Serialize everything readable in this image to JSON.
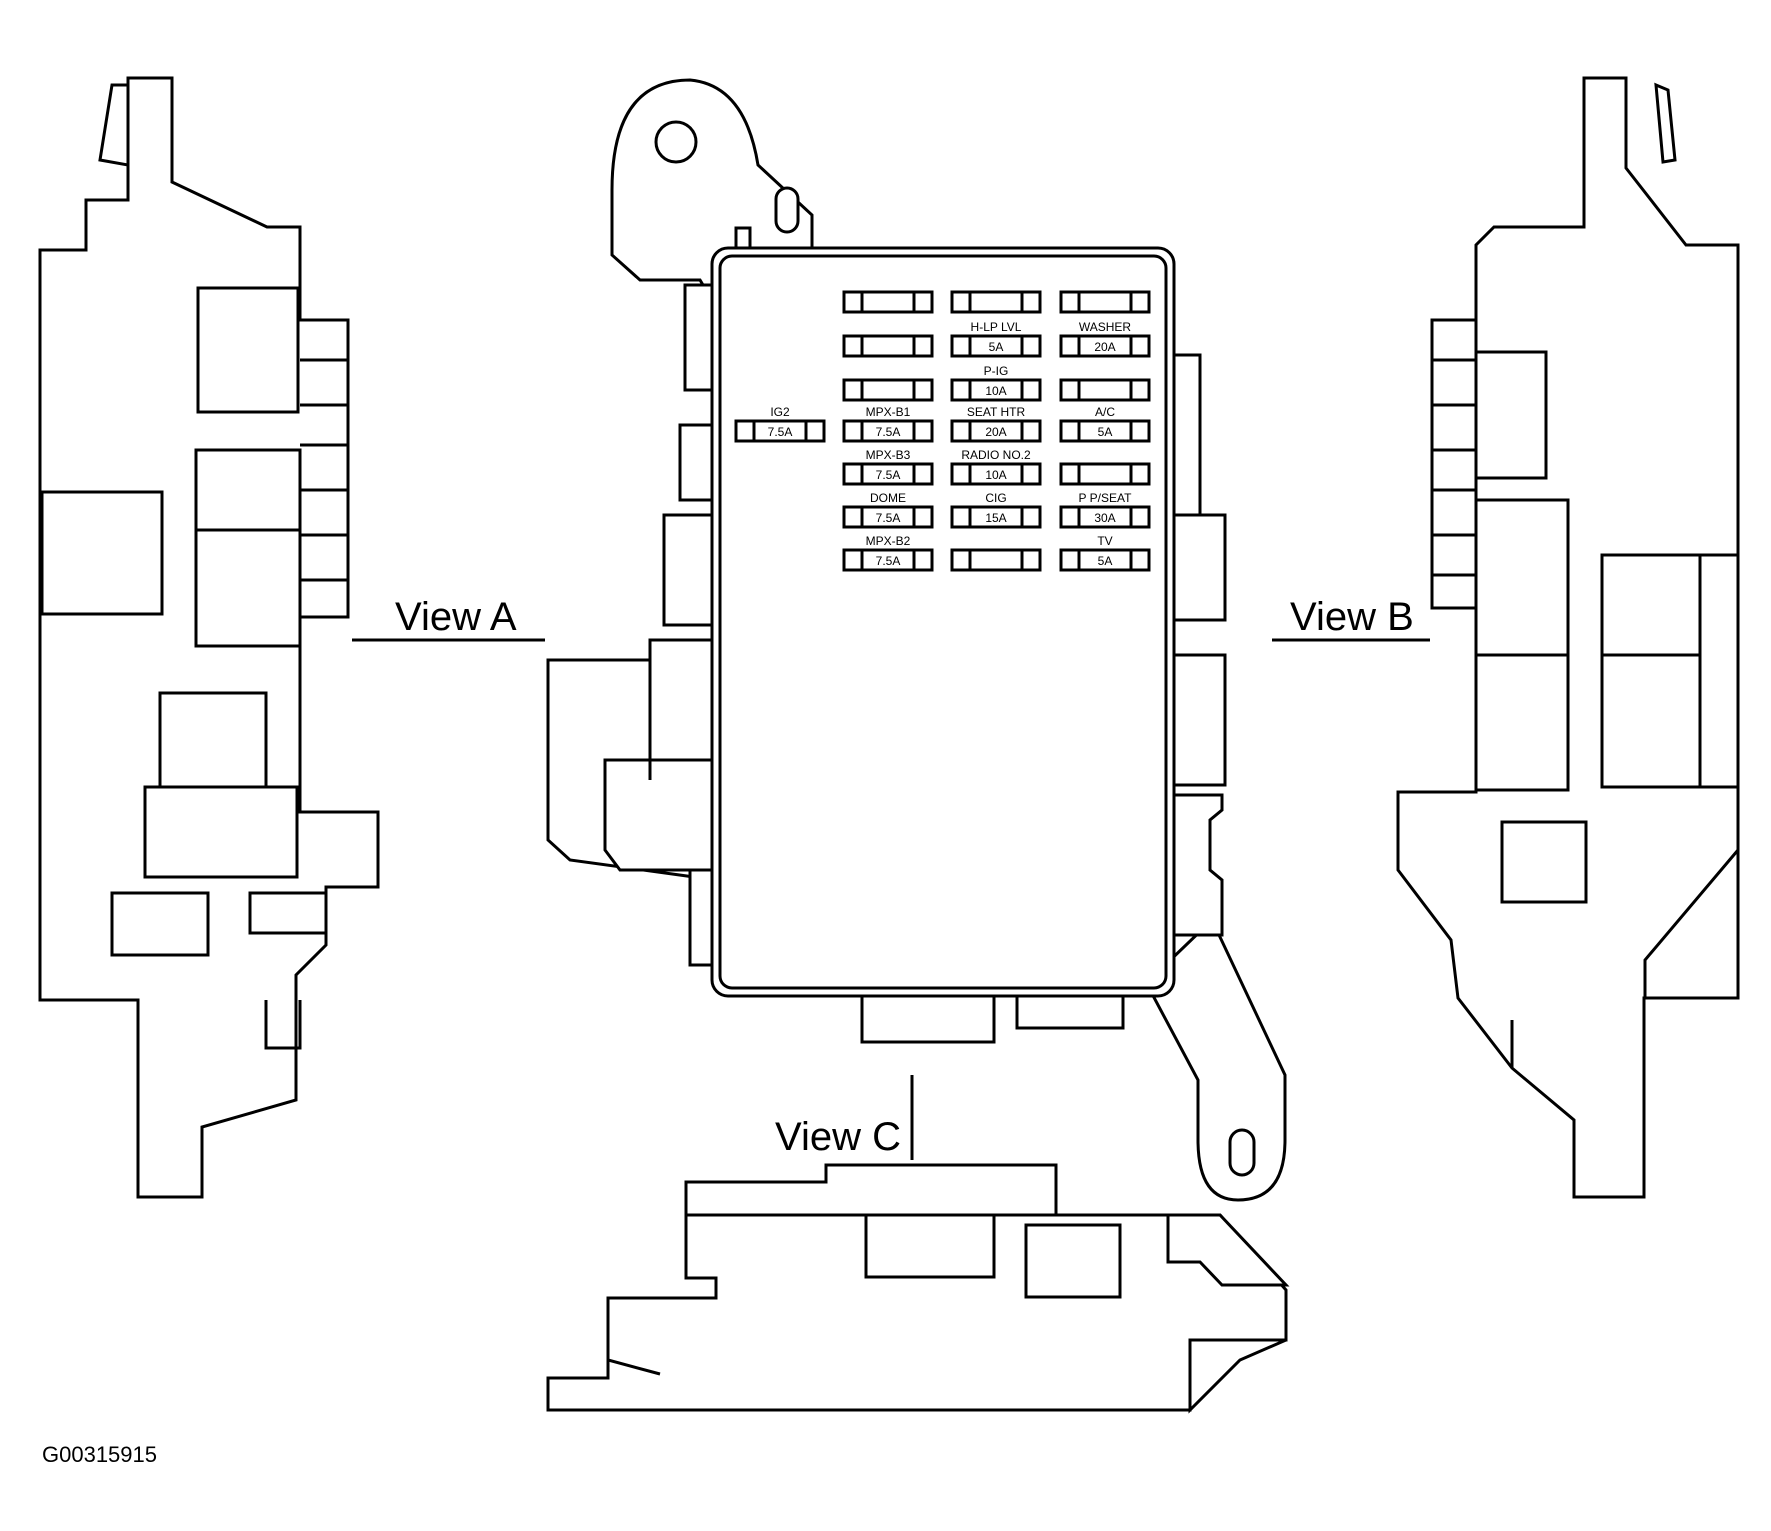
{
  "views": {
    "a": "View A",
    "b": "View B",
    "c": "View C"
  },
  "figure_code": "G00315915",
  "fuses": {
    "ig2": {
      "label": "IG2",
      "amp": "7.5A"
    },
    "hlp_lvl": {
      "label": "H-LP LVL",
      "amp": "5A"
    },
    "washer": {
      "label": "WASHER",
      "amp": "20A"
    },
    "p_ig": {
      "label": "P-IG",
      "amp": "10A"
    },
    "mpx_b1": {
      "label": "MPX-B1",
      "amp": "7.5A"
    },
    "seat_htr": {
      "label": "SEAT HTR",
      "amp": "20A"
    },
    "ac": {
      "label": "A/C",
      "amp": "5A"
    },
    "mpx_b3": {
      "label": "MPX-B3",
      "amp": "7.5A"
    },
    "radio_no2": {
      "label": "RADIO NO.2",
      "amp": "10A"
    },
    "dome": {
      "label": "DOME",
      "amp": "7.5A"
    },
    "cig": {
      "label": "CIG",
      "amp": "15A"
    },
    "p_pseat": {
      "label": "P P/SEAT",
      "amp": "30A"
    },
    "mpx_b2": {
      "label": "MPX-B2",
      "amp": "7.5A"
    },
    "tv": {
      "label": "TV",
      "amp": "5A"
    }
  }
}
